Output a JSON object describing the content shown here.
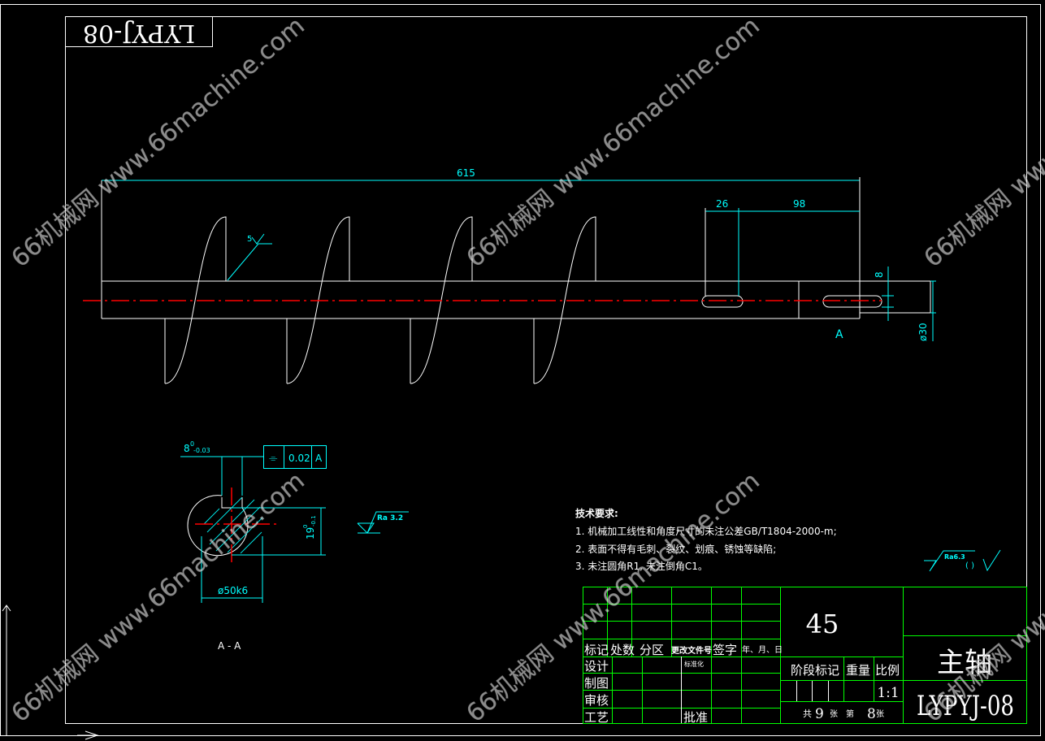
{
  "drawing": {
    "mirrored_code": "LYPYJ-08",
    "dims": {
      "total_length": "615",
      "key_offset": "26",
      "key_length": "98",
      "key_width": "8",
      "end_dia": "ø30",
      "section_mark": "A"
    },
    "roughness_flight": "5",
    "section": {
      "keyway_dim": "8",
      "keyway_tol_upper": "0",
      "keyway_tol_lower": "-0.03",
      "tol_symbol": "⌯",
      "tol_value": "0.02",
      "tol_datum": "A",
      "depth_dim": "19",
      "depth_tol_upper": "0",
      "depth_tol_lower": "-0.1",
      "diameter": "ø50k6",
      "roughness": "Ra 3.2",
      "label": "A - A"
    },
    "general_roughness": {
      "value": "Ra6.3",
      "paren": "( )"
    },
    "tech_requirements": {
      "title": "技术要求:",
      "items": [
        "1.  机械加工线性和角度尺寸的未注公差GB/T1804-2000-m;",
        "2. 表面不得有毛刺、裂纹、划痕、锈蚀等缺陷;",
        "3. 未注圆角R1, 未注倒角C1。"
      ]
    }
  },
  "title_block": {
    "material": "45",
    "headers": [
      "标记",
      "处数",
      "分区",
      "更改文件号",
      "签字",
      "年、月、日"
    ],
    "roles": [
      "设计",
      "制图",
      "审核",
      "工艺"
    ],
    "standardize": "标准化",
    "approve": "批准",
    "stage_mark": "阶段标记",
    "weight": "重量",
    "scale_label": "比例",
    "scale": "1:1",
    "sheets_total_label": "共",
    "sheets_total": "9",
    "sheet_unit": "张",
    "sheet_no_label": "第",
    "sheet_no": "8",
    "sheet_unit2": "张",
    "part_name": "主轴",
    "drawing_no": "LYPYJ-08"
  },
  "watermark": "66机械网 www.66machine.com",
  "colors": {
    "outline": "#ffffff",
    "dimension": "#00ffff",
    "centerline": "#ff0000",
    "title_block": "#00ff00"
  }
}
